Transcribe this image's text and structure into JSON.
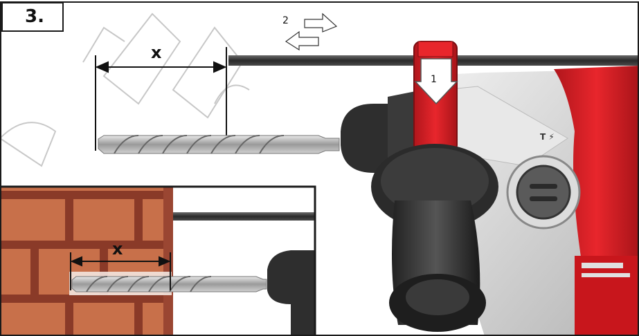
{
  "step": {
    "label": "3."
  },
  "dimension": {
    "main_label": "x",
    "inset_label": "x"
  },
  "arrows": {
    "slide_label": "2",
    "press_label": "1"
  },
  "colors": {
    "brand_red": "#d81f26",
    "brick": "#c8704a",
    "mortar": "#8a3a28",
    "bit_steel": "#b8b8b8"
  }
}
